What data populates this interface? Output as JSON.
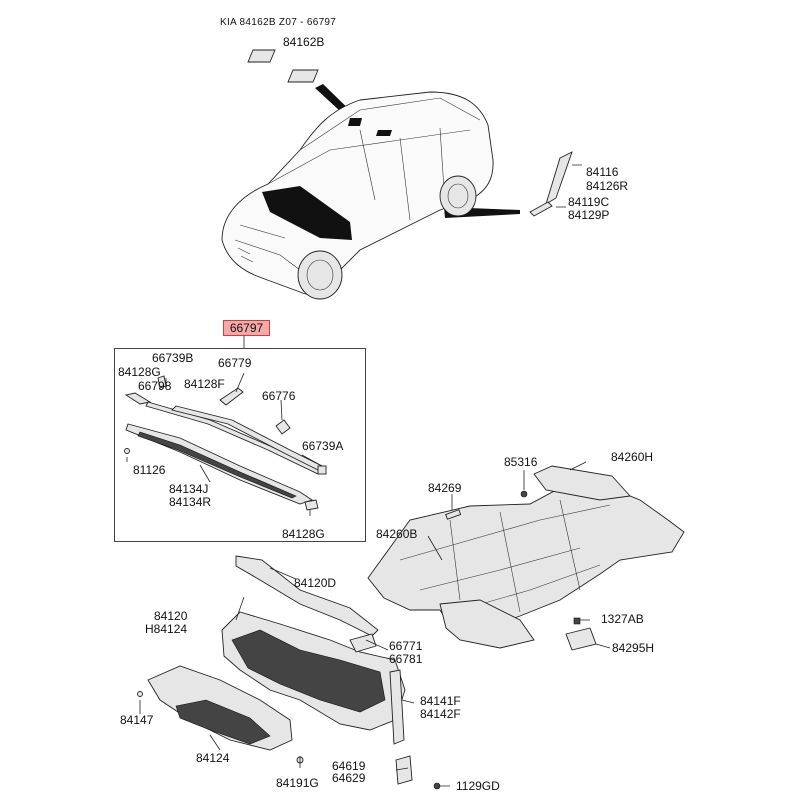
{
  "header": {
    "title": "KIA 84162B",
    "subtitle": "Z07 - 66797"
  },
  "highlight_part": "66797",
  "callouts": {
    "top_84162B_a": "84162B",
    "top_84162B_b": "84162B",
    "p84116": "84116",
    "p84126R": "84126R",
    "p84119C": "84119C",
    "p84129P": "84129P",
    "p66739B": "66739B",
    "p66779": "66779",
    "p84128G_a": "84128G",
    "p66798": "66798",
    "p84128F": "84128F",
    "p66776": "66776",
    "p66739A": "66739A",
    "p81126": "81126",
    "p84134J": "84134J",
    "p84134R": "84134R",
    "p84128G_b": "84128G",
    "p85316": "85316",
    "p84260H": "84260H",
    "p84269": "84269",
    "p84260B": "84260B",
    "p84120D": "84120D",
    "p84120": "84120",
    "pH84124": "H84124",
    "p66771": "66771",
    "p66781": "66781",
    "p1327AB": "1327AB",
    "p84295H": "84295H",
    "p84141F": "84141F",
    "p84142F": "84142F",
    "p84147": "84147",
    "p84124": "84124",
    "p64619": "64619",
    "p64629": "64629",
    "p84191G": "84191G",
    "p1129GD": "1129GD"
  },
  "colors": {
    "highlight_fill": "#f7a8a8",
    "highlight_border": "#d23c3c",
    "line": "#222222"
  }
}
